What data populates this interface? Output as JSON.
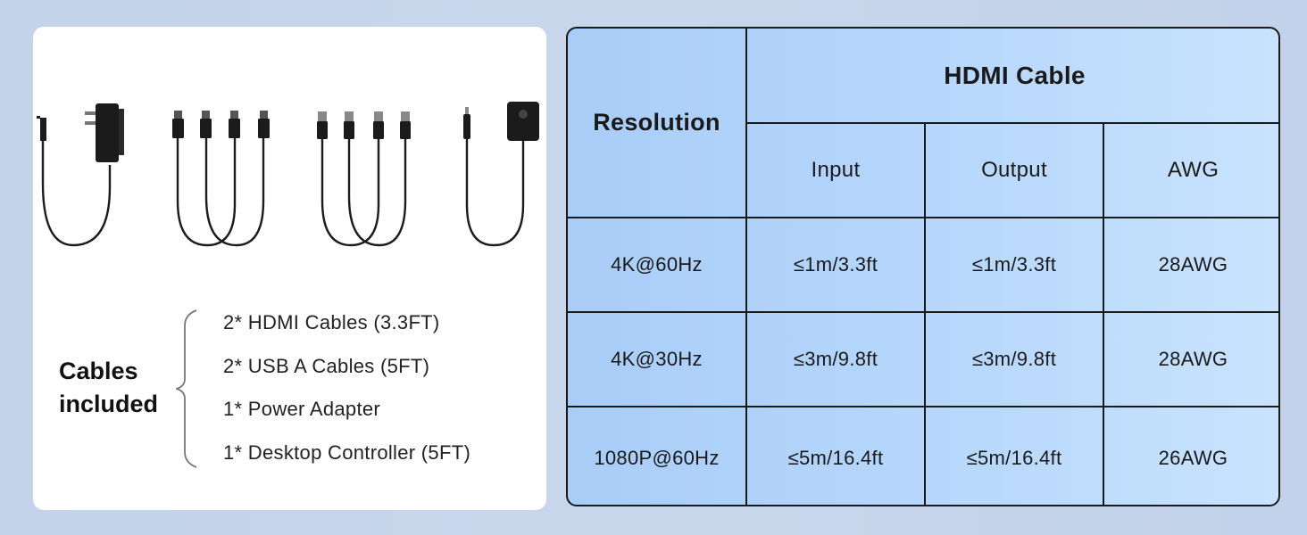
{
  "left_panel": {
    "title_line1": "Cables",
    "title_line2": "included",
    "items": [
      "2* HDMI Cables (3.3FT)",
      "2* USB A Cables (5FT)",
      "1* Power Adapter",
      "1* Desktop Controller (5FT)"
    ]
  },
  "table": {
    "header_resolution": "Resolution",
    "header_group": "HDMI Cable",
    "columns": [
      "Input",
      "Output",
      "AWG"
    ],
    "rows": [
      {
        "resolution": "4K@60Hz",
        "input": "≤1m/3.3ft",
        "output": "≤1m/3.3ft",
        "awg": "28AWG"
      },
      {
        "resolution": "4K@30Hz",
        "input": "≤3m/9.8ft",
        "output": "≤3m/9.8ft",
        "awg": "28AWG"
      },
      {
        "resolution": "1080P@60Hz",
        "input": "≤5m/16.4ft",
        "output": "≤5m/16.4ft",
        "awg": "26AWG"
      }
    ]
  },
  "colors": {
    "table_fill": "#b3d4fa",
    "border": "#1a1a1a",
    "background": "#c6d5eb"
  },
  "icons": [
    "power-adapter-icon",
    "hdmi-cable-icon",
    "usb-a-cable-icon",
    "desktop-controller-icon"
  ]
}
